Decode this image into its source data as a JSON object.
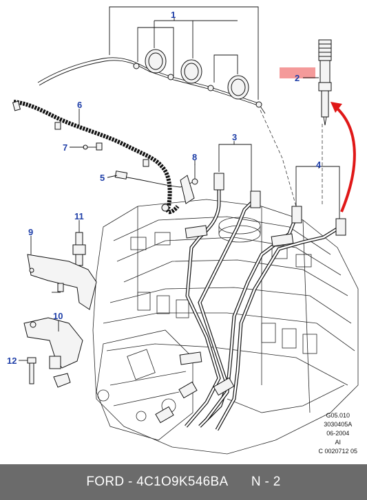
{
  "callouts": [
    "1",
    "2",
    "3",
    "4",
    "5",
    "6",
    "7",
    "8",
    "9",
    "10",
    "11",
    "12"
  ],
  "meta": {
    "line1": "G05.010",
    "line2": "3030405A",
    "line3": "06-2004",
    "line4": "AI",
    "line5": "C 0020712 05"
  },
  "footer": {
    "brand": "FORD",
    "part_number": "4C1O9K546BA",
    "position": "N - 2"
  },
  "colors": {
    "callout": "#1f3fa8",
    "highlight": "#f49a9a",
    "arrow": "#e01818",
    "footer_bg": "#6b6b6b"
  }
}
